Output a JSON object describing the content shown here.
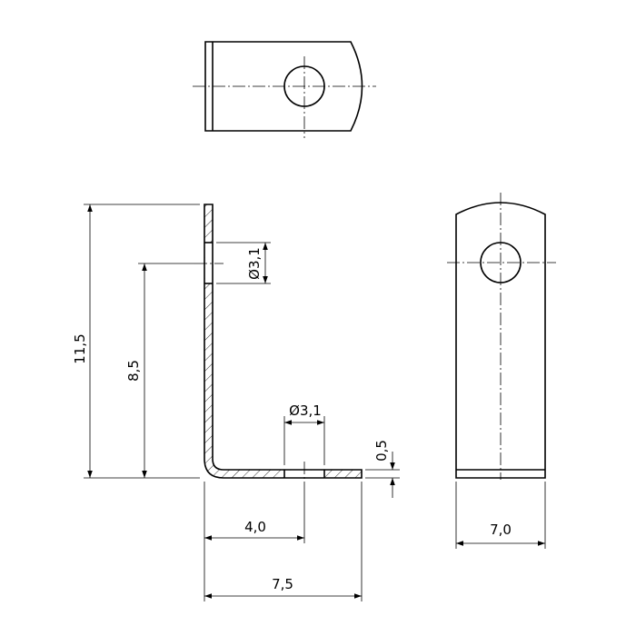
{
  "drawing": {
    "dimensions": {
      "height_total": "11,5",
      "height_hole": "8,5",
      "hole_diameter_vertical": "Ø3,1",
      "hole_diameter_horizontal": "Ø3,1",
      "thickness": "0,5",
      "hole_offset": "4,0",
      "length_base": "7,5",
      "width": "7,0"
    }
  }
}
